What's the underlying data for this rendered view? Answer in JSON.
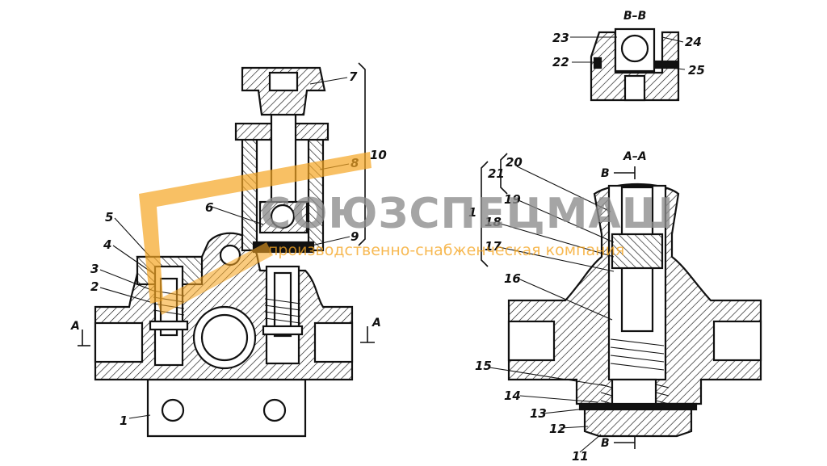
{
  "watermark": {
    "company_name": "СОЮЗСПЕЦМАШ",
    "tagline": "производственно-снабженческая компания",
    "logo_color": "#f5a623",
    "text_color": "#8c8c8c"
  },
  "sections": {
    "a_a": "А–А",
    "b_b": "В–В",
    "arrow_a": "А",
    "arrow_b": "В"
  },
  "callouts": {
    "c1": "1",
    "c2": "2",
    "c3": "3",
    "c4": "4",
    "c5": "5",
    "c6": "6",
    "c7": "7",
    "c8": "8",
    "c9": "9",
    "c10": "10",
    "c11": "11",
    "c12": "12",
    "c13": "13",
    "c14": "14",
    "c15": "15",
    "c16": "16",
    "c17": "17",
    "c18": "18",
    "c19": "19",
    "c20": "20",
    "c21": "21",
    "c22": "22",
    "c23": "23",
    "c24": "24",
    "c25": "25",
    "c1r": "1"
  },
  "colors": {
    "ink": "#111111",
    "hatch": "#111111",
    "background": "#ffffff"
  }
}
